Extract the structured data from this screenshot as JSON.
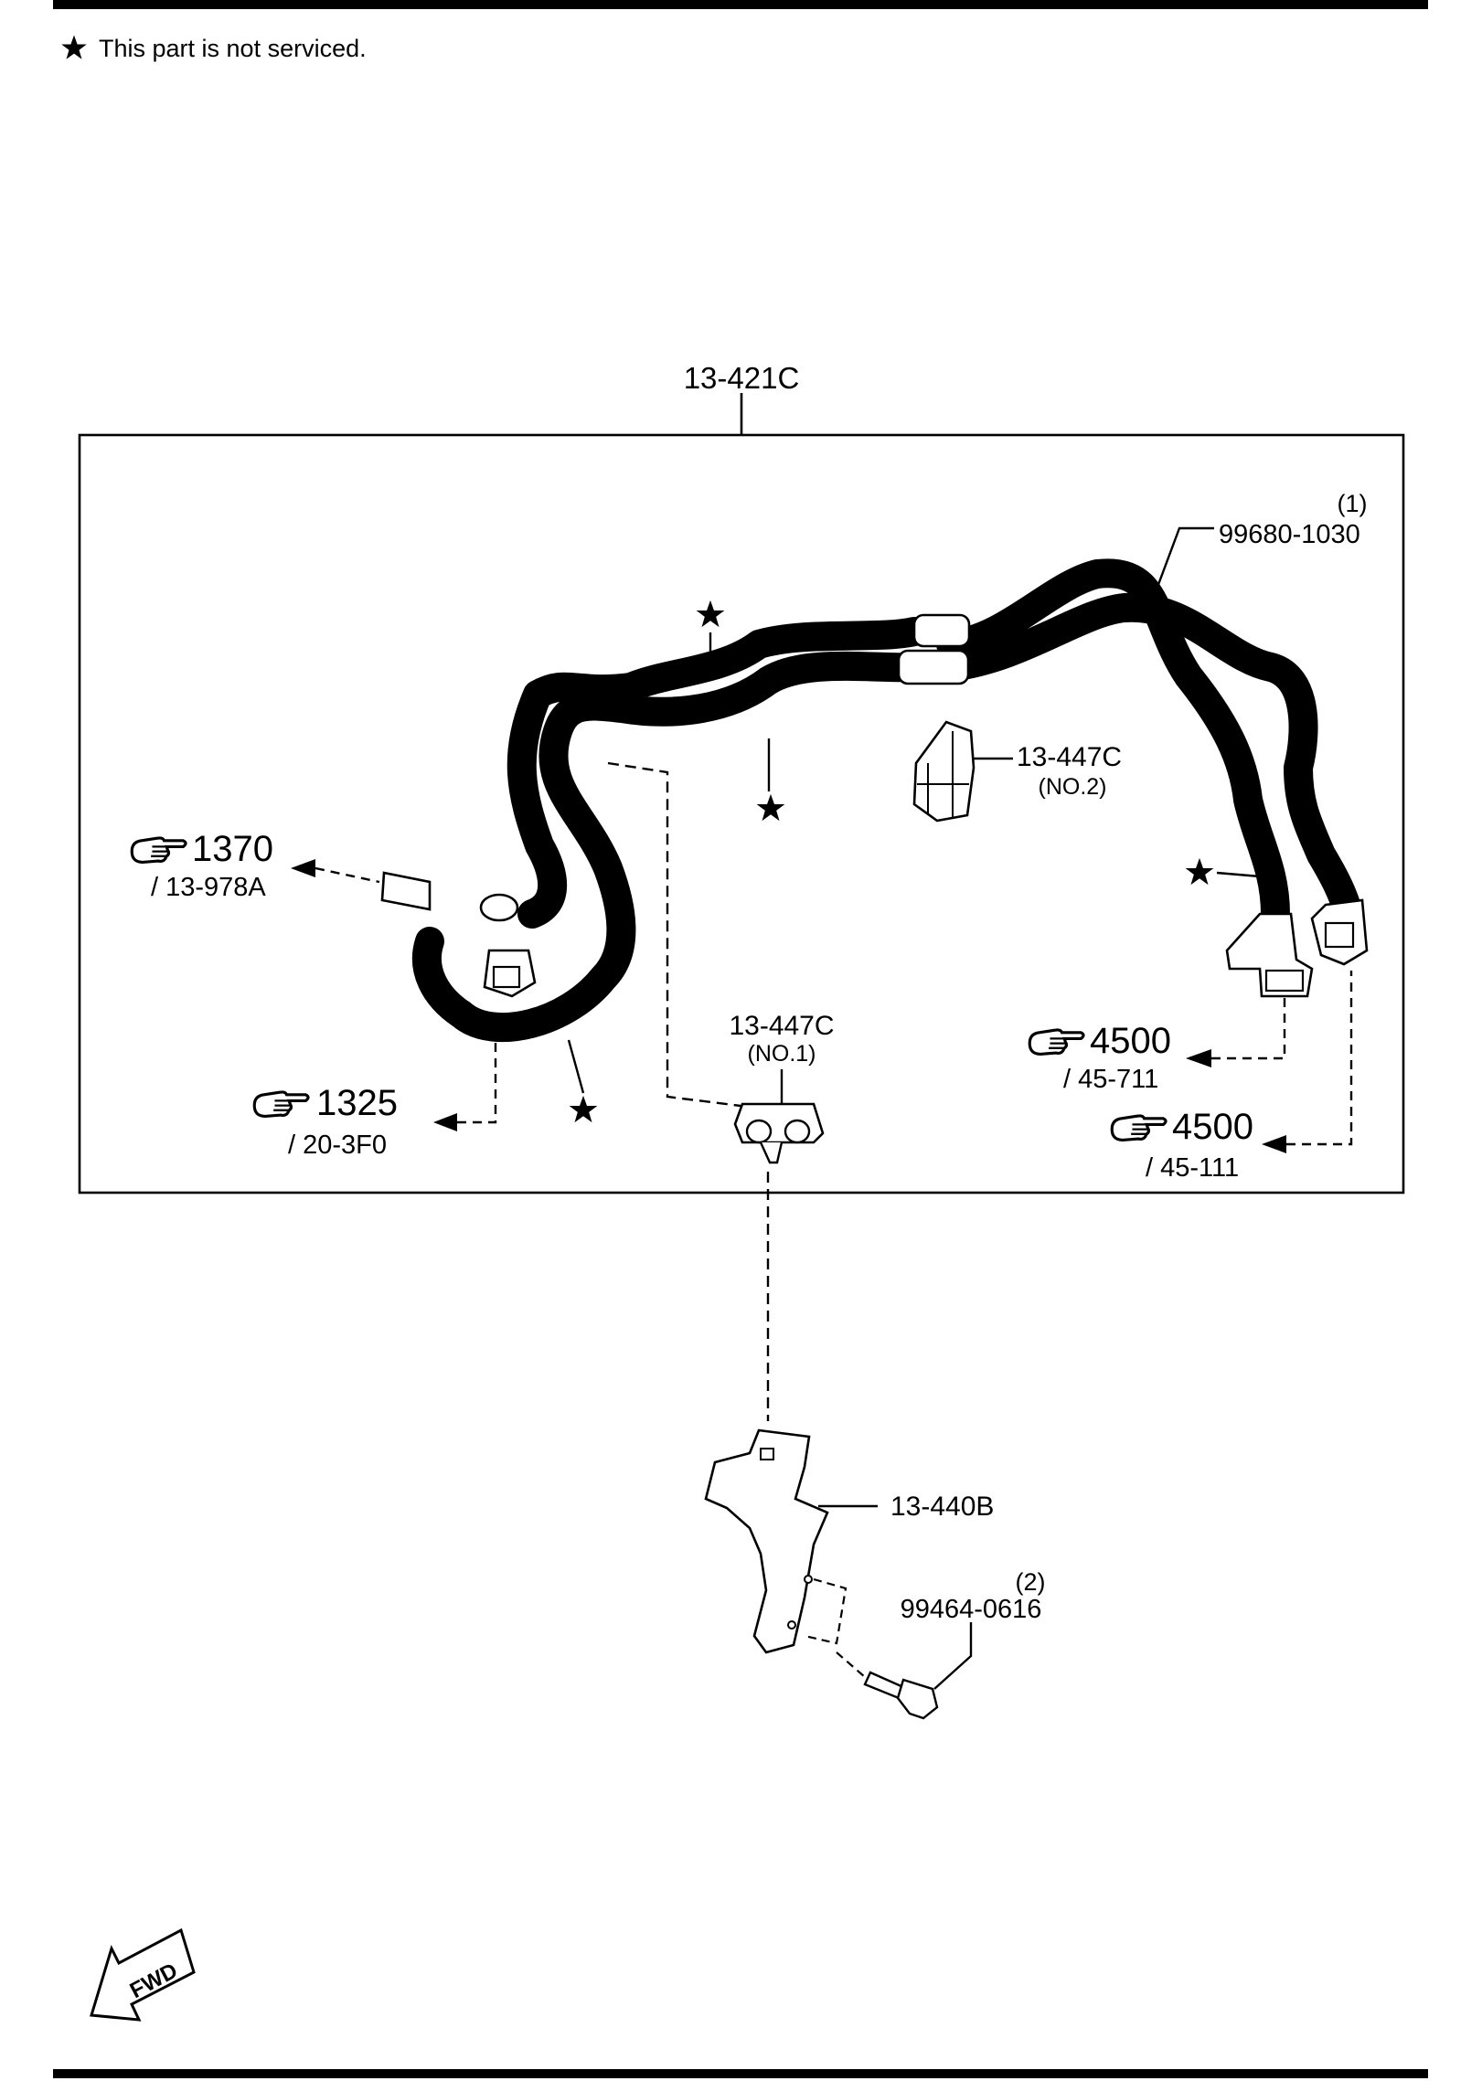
{
  "legend": {
    "star": "★",
    "text": "This part is not serviced."
  },
  "assembly": {
    "number": "13-421C"
  },
  "parts": {
    "hose_part": {
      "ref": "(1)",
      "number": "99680-1030"
    },
    "clamp_no2": {
      "number": "13-447C",
      "sub": "(NO.2)"
    },
    "clamp_no1": {
      "number": "13-447C",
      "sub": "(NO.1)"
    },
    "bracket": {
      "number": "13-440B"
    },
    "bolt": {
      "ref": "(2)",
      "number": "99464-0616"
    }
  },
  "references": {
    "ref_1370": {
      "group": "1370",
      "page": "/ 13-978A"
    },
    "ref_1325": {
      "group": "1325",
      "page": "/ 20-3F0"
    },
    "ref_4500_a": {
      "group": "4500",
      "page": "/ 45-711"
    },
    "ref_4500_b": {
      "group": "4500",
      "page": "/ 45-111"
    }
  },
  "stars": {
    "symbol": "★"
  },
  "fwd": {
    "label": "FWD"
  },
  "icons": {
    "pointer": "hand-pointer-icon",
    "star": "star-icon",
    "arrow": "fwd-arrow-icon"
  }
}
